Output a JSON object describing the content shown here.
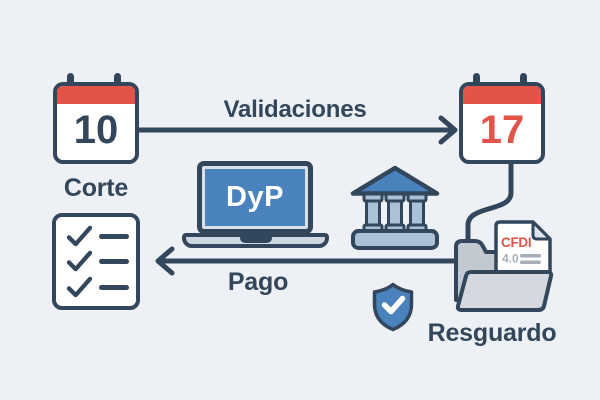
{
  "colors": {
    "background": "#edf0f5",
    "outline": "#33475c",
    "red": "#e2544a",
    "blue": "#4a82bd",
    "steel_blue": "#aac1d6",
    "laptop_base_gray": "#cfd7e1",
    "folder_back_gray": "#c3c9d1",
    "folder_front_gray": "#d5d9df",
    "doc_fold_gray": "#dfe4ea",
    "doc_gray": "#a6aeb8"
  },
  "flow": {
    "corte": {
      "day": "10",
      "label": "Corte"
    },
    "validaciones": {
      "label": "Validaciones"
    },
    "deadline": {
      "day": "17"
    },
    "platform": {
      "screen_label": "DyP"
    },
    "pago": {
      "label": "Pago"
    },
    "resguardo": {
      "label": "Resguardo",
      "document_type": "CFDI",
      "document_version": "4.0"
    }
  },
  "icons": {
    "calendar_corte": "calendar-day-10",
    "calendar_deadline": "calendar-day-17",
    "laptop": "laptop-computer-dyp",
    "bank": "bank-building",
    "checklist": "checklist-sheet",
    "shield": "shield-checkmark",
    "folder": "open-folder-with-cfdi-document",
    "arrow_right": "right-arrow",
    "arrow_left": "left-arrow",
    "connector": "curved-connector"
  }
}
